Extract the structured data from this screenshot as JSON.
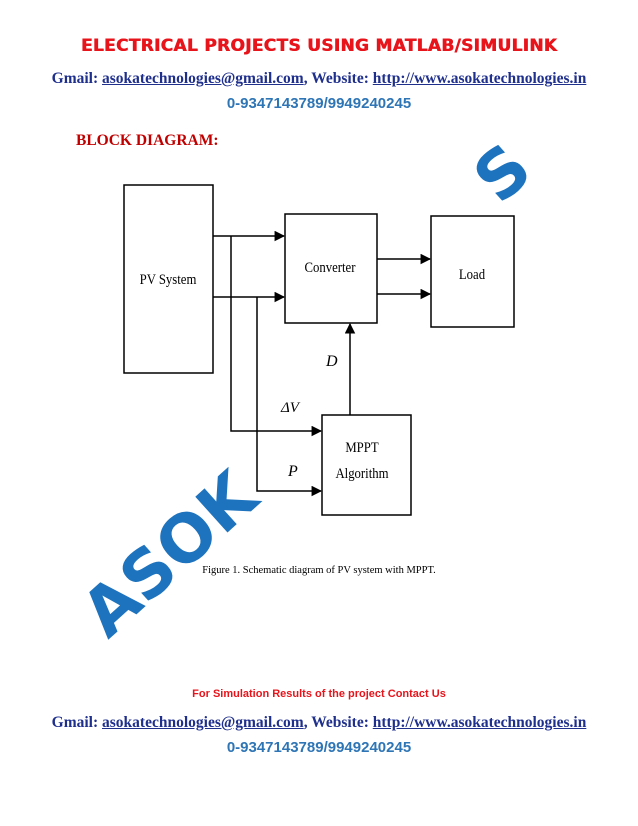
{
  "header": {
    "title": "ELECTRICAL PROJECTS USING MATLAB/SIMULINK",
    "gmail_label": "Gmail:",
    "email": "asokatechnologies@gmail.com",
    "website_label": ", Website:",
    "website": "http://www.asokatechnologies.in",
    "phone": "0-9347143789/9949240245"
  },
  "section_title": "BLOCK DIAGRAM:",
  "diagram": {
    "blocks": {
      "pv": "PV System",
      "converter": "Converter",
      "load": "Load",
      "mppt_line1": "MPPT",
      "mppt_line2": "Algorithm"
    },
    "signals": {
      "duty": "D",
      "delta_v": "ΔV",
      "power": "P"
    }
  },
  "watermark": {
    "text_bottom": "ASOK",
    "text_top": "S",
    "color": "#1e73be"
  },
  "caption": "Figure 1. Schematic diagram of PV system with MPPT.",
  "footer": {
    "contact": "For Simulation Results of the project Contact Us",
    "gmail_label": "Gmail:",
    "email": "asokatechnologies@gmail.com",
    "website_label": ", Website:",
    "website": "http://www.asokatechnologies.in",
    "phone": "0-9347143789/9949240245"
  }
}
